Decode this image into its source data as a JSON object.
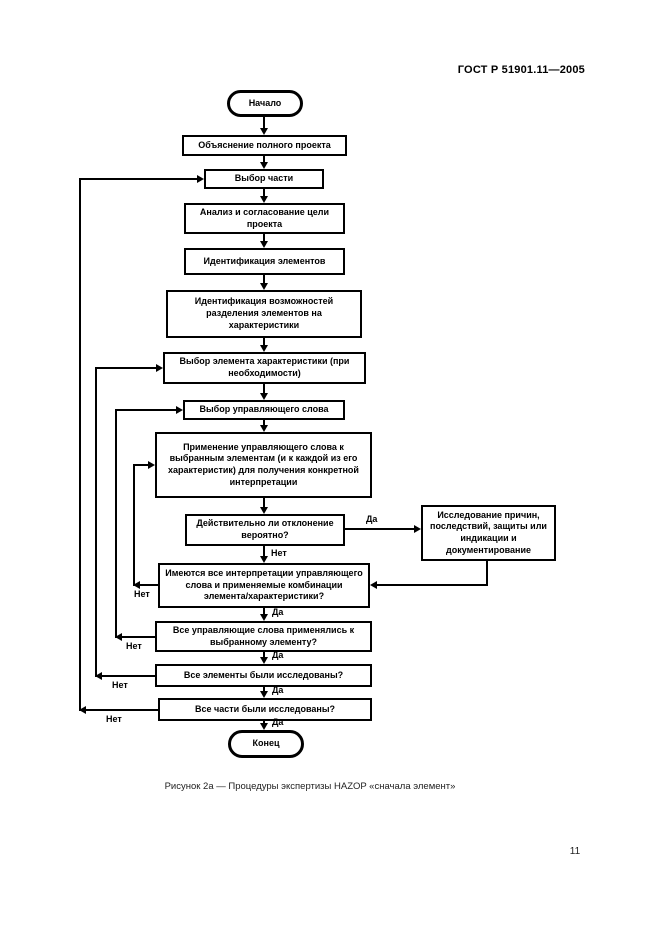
{
  "header": {
    "standard": "ГОСТ Р 51901.11—2005"
  },
  "caption": "Рисунок 2а — Процедуры экспертизы HAZOP «сначала элемент»",
  "page": {
    "number": "11"
  },
  "labels": {
    "yes": "Да",
    "no": "Нет"
  },
  "nodes": {
    "start": "Начало",
    "explain_project": "Объяснение полного проекта",
    "select_part": "Выбор части",
    "analyze_goals": "Анализ и согласование цели проекта",
    "identify_elements": "Идентификация элементов",
    "identify_characteristics": "Идентификация возможностей разделения элементов на характеристики",
    "select_element": "Выбор элемента характеристики (при необходимости)",
    "select_guide_word": "Выбор управляющего слова",
    "apply_guide_word": "Применение управляющего слова к выбранным элементам (и к каждой из его характеристик) для получения конкретной интерпретации",
    "deviation_credible": "Действительно ли отклонение вероятно?",
    "investigate": "Исследование причин, последствий, защиты или индикации и документирование",
    "all_interpretations": "Имеются все интерпретации управляющего слова и применяемые комбинации элемента/характеристики?",
    "all_guide_words": "Все управляющие слова применялись к выбранному элементу?",
    "all_elements_examined": "Все элементы были исследованы?",
    "all_parts_examined": "Все части были исследованы?",
    "end": "Конец"
  },
  "colors": {
    "line": "#000000",
    "background": "#ffffff"
  }
}
